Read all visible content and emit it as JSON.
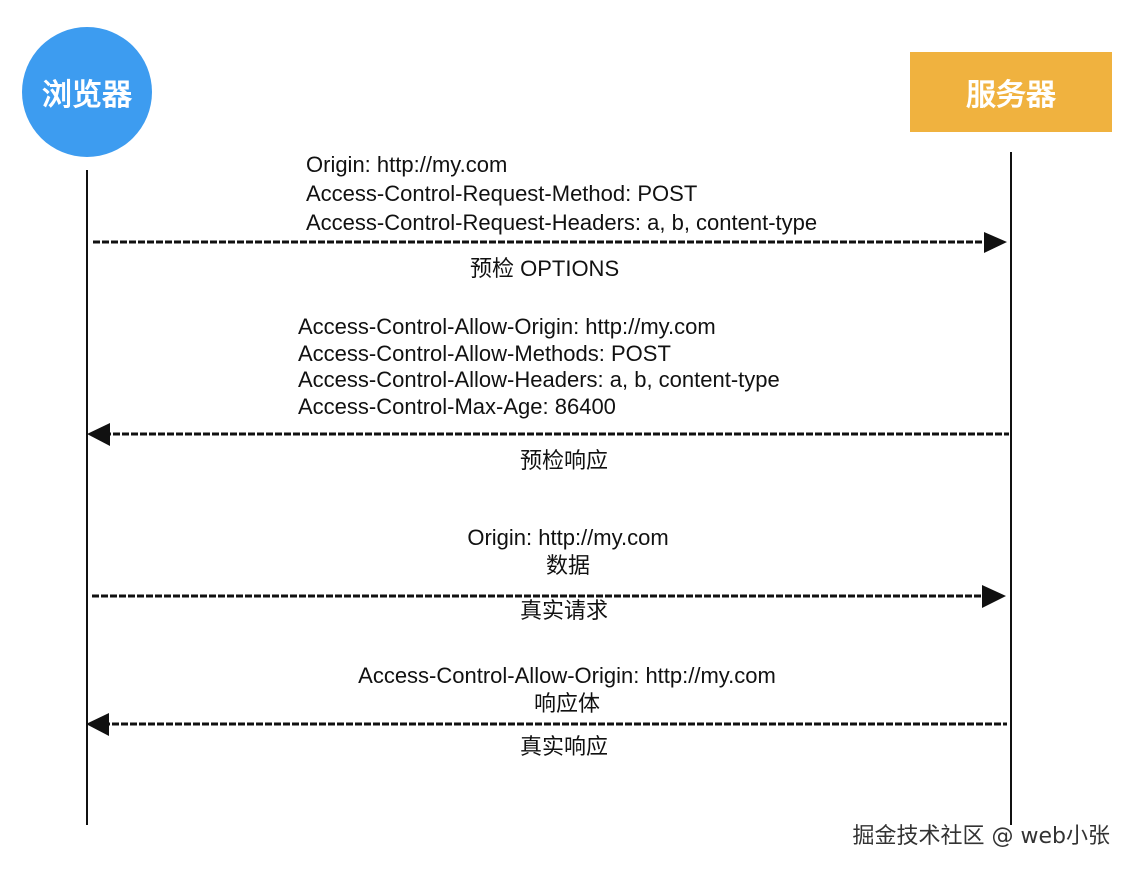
{
  "colors": {
    "browser_fill": "#3d9cf0",
    "server_fill": "#f0b23f",
    "line": "#111111"
  },
  "actors": {
    "browser": {
      "label": "浏览器"
    },
    "server": {
      "label": "服务器"
    }
  },
  "messages": [
    {
      "direction": "right",
      "lines": [
        "Origin: http://my.com",
        "Access-Control-Request-Method: POST",
        "Access-Control-Request-Headers: a, b, content-type"
      ],
      "title": "预检 OPTIONS"
    },
    {
      "direction": "left",
      "lines": [
        "Access-Control-Allow-Origin: http://my.com",
        "Access-Control-Allow-Methods: POST",
        "Access-Control-Allow-Headers: a, b, content-type",
        "Access-Control-Max-Age: 86400"
      ],
      "title": "预检响应"
    },
    {
      "direction": "right",
      "lines": [
        "Origin: http://my.com",
        "数据"
      ],
      "title": "真实请求"
    },
    {
      "direction": "left",
      "lines": [
        "Access-Control-Allow-Origin: http://my.com",
        "响应体"
      ],
      "title": "真实响应"
    }
  ],
  "watermark": "掘金技术社区 @ web小张"
}
